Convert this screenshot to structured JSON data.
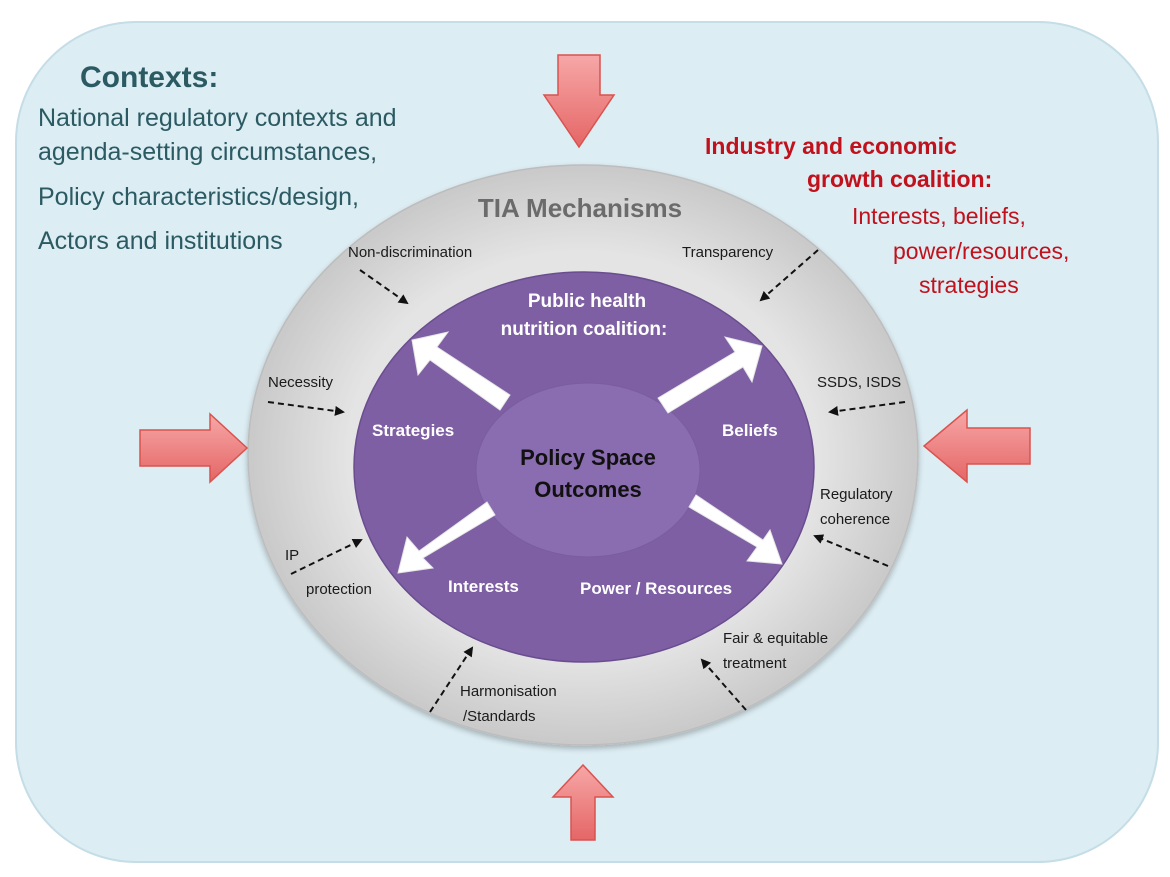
{
  "contexts": {
    "heading": "Contexts:",
    "lines": [
      "National regulatory contexts and",
      "agenda-setting circumstances,",
      "Policy characteristics/design,",
      "Actors and institutions"
    ]
  },
  "industry": {
    "heading_lines": [
      "Industry and economic",
      "growth coalition:"
    ],
    "body_lines": [
      "Interests, beliefs,",
      "power/resources,",
      "strategies"
    ]
  },
  "tia": {
    "title": "TIA Mechanisms"
  },
  "mechanisms": {
    "non_discrimination": "Non-discrimination",
    "transparency": "Transparency",
    "necessity": "Necessity",
    "ssds_isds": "SSDS, ISDS",
    "regulatory_coherence": [
      "Regulatory",
      "coherence"
    ],
    "ip_protection": [
      "IP",
      "protection"
    ],
    "harmonisation": [
      "Harmonisation",
      "/Standards"
    ],
    "fair_equitable": [
      "Fair & equitable",
      "treatment"
    ]
  },
  "coalition": {
    "title_lines": [
      "Public health",
      "nutrition coalition:"
    ],
    "strategies": "Strategies",
    "beliefs": "Beliefs",
    "interests": "Interests",
    "power_resources": "Power / Resources"
  },
  "center": {
    "lines": [
      "Policy Space",
      "Outcomes"
    ]
  },
  "colors": {
    "background_panel": "#dcedf3",
    "panel_border": "#c4dde6",
    "outer_ring": "#dcdcdc",
    "inner_circle": "#7e5fa3",
    "center_circle": "#8a6cb0",
    "contexts_text": "#2b5a63",
    "industry_text": "#c0111c",
    "pressure_arrow": "#f08080"
  }
}
